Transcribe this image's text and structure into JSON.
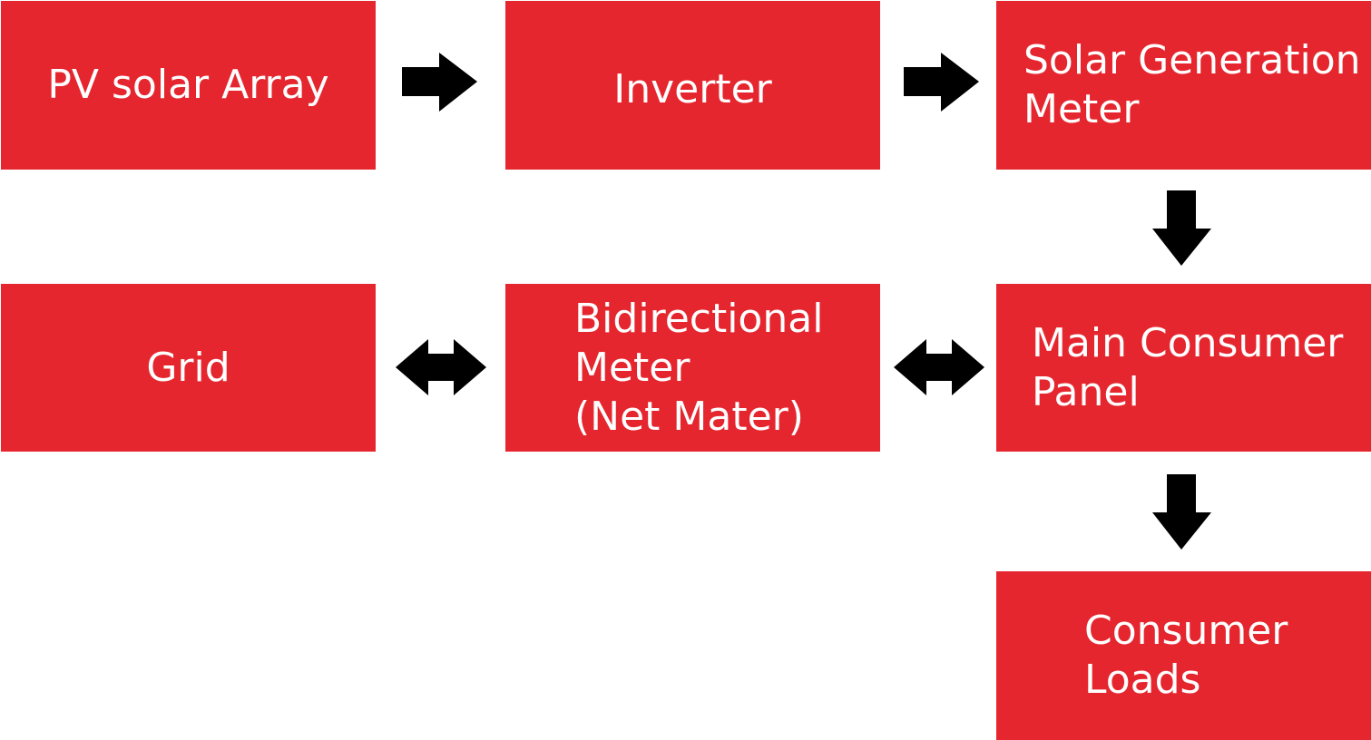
{
  "diagram": {
    "box_color": "#e5262e",
    "arrow_color": "#000000",
    "text_color": "#ffffff",
    "nodes": {
      "pv_array": {
        "lines": [
          "PV solar Array"
        ]
      },
      "inverter": {
        "lines": [
          "Inverter"
        ]
      },
      "solar_meter": {
        "lines": [
          "Solar Generation",
          "Meter"
        ]
      },
      "grid": {
        "lines": [
          "Grid"
        ]
      },
      "bidirectional_meter": {
        "lines": [
          "Bidirectional",
          "Meter",
          "(Net Mater)"
        ]
      },
      "main_panel": {
        "lines": [
          "Main Consumer",
          "Panel"
        ]
      },
      "consumer_loads": {
        "lines": [
          "Consumer",
          "Loads"
        ]
      }
    },
    "edges": [
      {
        "from": "pv_array",
        "to": "inverter",
        "direction": "right"
      },
      {
        "from": "inverter",
        "to": "solar_meter",
        "direction": "right"
      },
      {
        "from": "solar_meter",
        "to": "main_panel",
        "direction": "down"
      },
      {
        "from": "grid",
        "to": "bidirectional_meter",
        "direction": "both"
      },
      {
        "from": "bidirectional_meter",
        "to": "main_panel",
        "direction": "both"
      },
      {
        "from": "main_panel",
        "to": "consumer_loads",
        "direction": "down"
      }
    ]
  }
}
